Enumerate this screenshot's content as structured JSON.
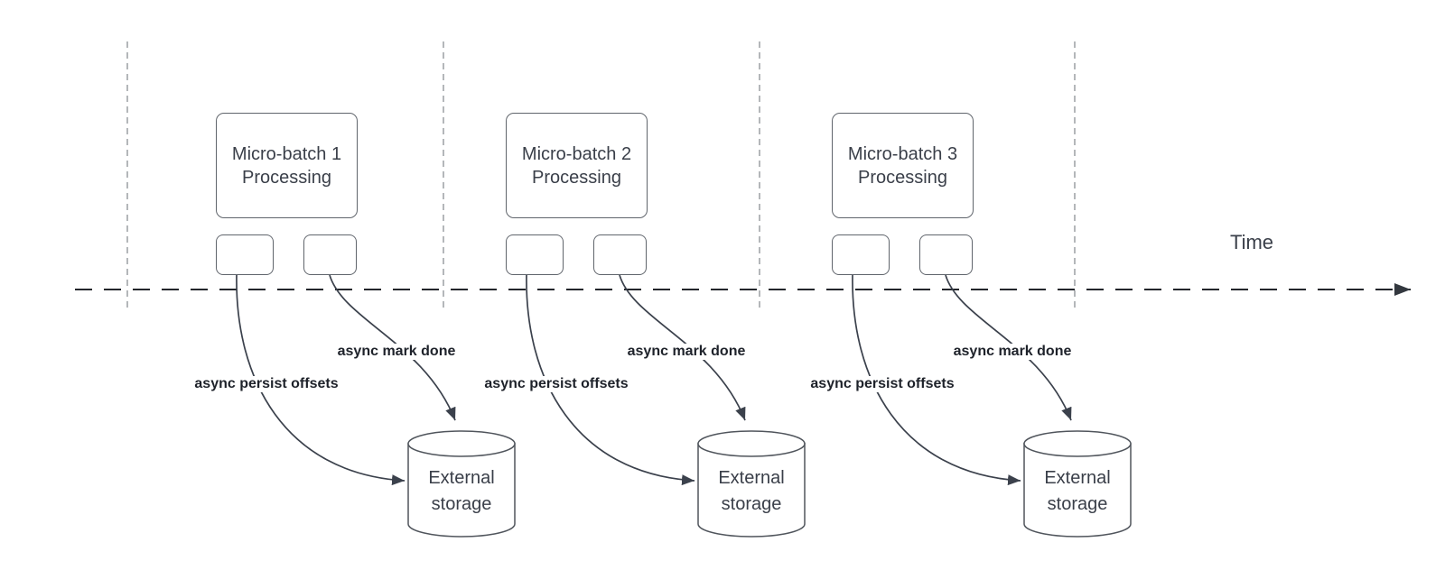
{
  "diagram": {
    "time_axis": {
      "label": "Time"
    },
    "batches": [
      {
        "box_line1": "Micro-batch 1",
        "box_line2": "Processing",
        "persist_arrow_label": "async persist offsets",
        "done_arrow_label": "async mark done",
        "storage_line1": "External",
        "storage_line2": "storage"
      },
      {
        "box_line1": "Micro-batch 2",
        "box_line2": "Processing",
        "persist_arrow_label": "async persist offsets",
        "done_arrow_label": "async mark done",
        "storage_line1": "External",
        "storage_line2": "storage"
      },
      {
        "box_line1": "Micro-batch 3",
        "box_line2": "Processing",
        "persist_arrow_label": "async persist offsets",
        "done_arrow_label": "async mark done",
        "storage_line1": "External",
        "storage_line2": "storage"
      }
    ],
    "colors": {
      "background": "#ffffff",
      "box_border": "#60656c",
      "curve_stroke": "#3b414c",
      "cylinder_stroke": "#50555c",
      "axis_stroke": "#23262b",
      "guide_line": "#b4b7ba",
      "box_text": "#3a3f49",
      "label_text": "#1e222a"
    }
  }
}
